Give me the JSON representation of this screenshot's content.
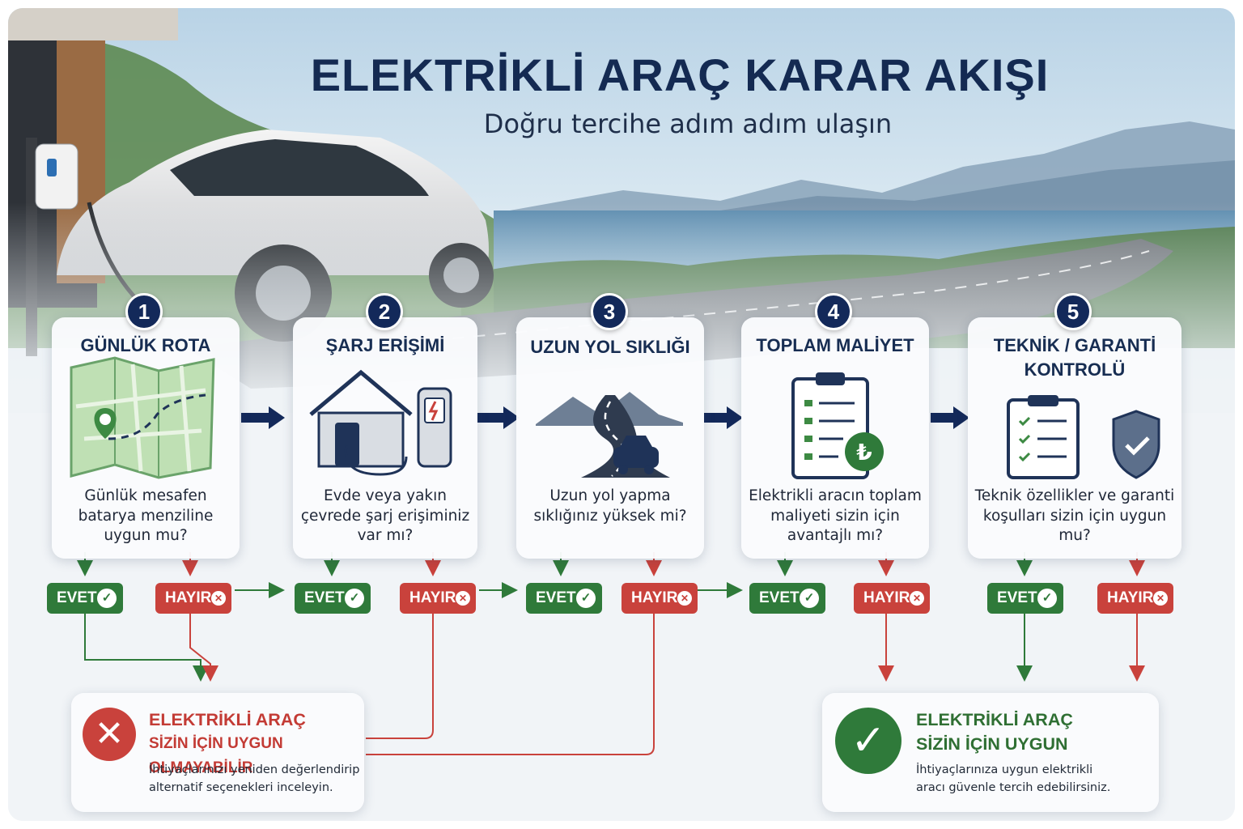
{
  "header": {
    "title": "ELEKTRİKLİ ARAÇ KARAR AKIŞI",
    "subtitle": "Doğru tercihe adım adım ulaşın"
  },
  "steps": [
    {
      "number": "1",
      "title": "GÜNLÜK ROTA",
      "question": "Günlük mesafen batarya menziline uygun mu?",
      "icon": "map-pin-icon",
      "yes_label": "EVET",
      "no_label": "HAYIR"
    },
    {
      "number": "2",
      "title": "ŞARJ ERİŞİMİ",
      "question": "Evde veya yakın çevrede şarj erişiminiz var mı?",
      "icon": "home-charger-icon",
      "yes_label": "EVET",
      "no_label": "HAYIR"
    },
    {
      "number": "3",
      "title": "UZUN YOL SIKLIĞI",
      "question": "Uzun yol yapma sıklığınız yüksek mi?",
      "icon": "road-car-icon",
      "yes_label": "EVET",
      "no_label": "HAYIR"
    },
    {
      "number": "4",
      "title": "TOPLAM MALİYET",
      "question": "Elektrikli aracın toplam maliyeti sizin için avantajlı mı?",
      "icon": "clipboard-lira-icon",
      "yes_label": "EVET",
      "no_label": "HAYIR"
    },
    {
      "number": "5",
      "title": "TEKNİK / GARANTİ KONTROLÜ",
      "question": "Teknik özellikler ve garanti koşulları sizin için uygun mu?",
      "icon": "checklist-shield-icon",
      "yes_label": "EVET",
      "no_label": "HAYIR"
    }
  ],
  "results": {
    "negative": {
      "title_line1": "ELEKTRİKLİ ARAÇ",
      "title_line2": "SİZİN İÇİN UYGUN OLMAYABİLİR",
      "text_line1": "İhtiyaçlarınızı yeniden değerlendirip",
      "text_line2": "alternatif seçenekleri inceleyin.",
      "icon": "x-circle-icon",
      "color": "#c9423c"
    },
    "positive": {
      "title_line1": "ELEKTRİKLİ ARAÇ",
      "title_line2": "SİZİN İÇİN UYGUN",
      "text_line1": "İhtiyaçlarınıza uygun elektrikli",
      "text_line2": "aracı güvenle tercih edebilirsiniz.",
      "icon": "check-circle-icon",
      "color": "#2f7a3a"
    }
  },
  "colors": {
    "navy": "#13295a",
    "yes_green": "#2f7a3a",
    "no_red": "#c9423c"
  }
}
